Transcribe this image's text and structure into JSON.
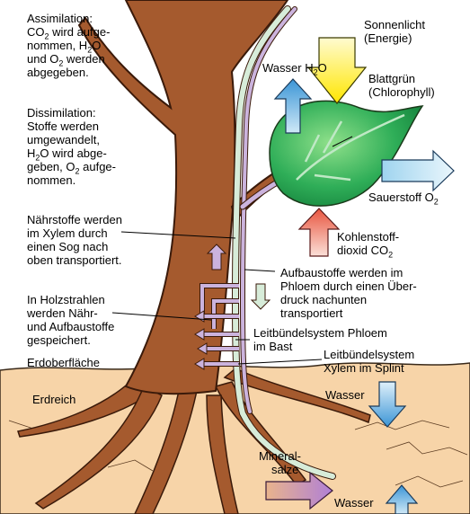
{
  "assimilation": {
    "title": "Assimilation:",
    "l2a": "CO",
    "l2sub": "2",
    "l2b": " wird aufge-",
    "l3a": "nommen, H",
    "l3sub": "2",
    "l3b": "O",
    "l4a": "und O",
    "l4sub": "2",
    "l4b": " werden",
    "l5": "abgegeben."
  },
  "dissimilation": {
    "title": "Dissimilation:",
    "l2": "Stoffe werden",
    "l3": "umgewandelt,",
    "l4a": "H",
    "l4sub": "2",
    "l4b": "O wird abge-",
    "l5a": "geben, O",
    "l5sub": "2",
    "l5b": " aufge-",
    "l6": "nommen."
  },
  "xylem_transport": {
    "l1": "Nährstoffe werden",
    "l2": "im Xylem durch",
    "l3": "einen Sog nach",
    "l4": "oben transportiert."
  },
  "holzstrahlen": {
    "l1": "In Holzstrahlen",
    "l2": "werden Nähr-",
    "l3": "und Aufbaustoffe",
    "l4": "gespeichert."
  },
  "erdoberflaeche": "Erdoberfläche",
  "erdreich": "Erdreich",
  "sonnenlicht": {
    "l1": "Sonnenlicht",
    "l2": "(Energie)"
  },
  "wasser_top": {
    "a": "Wasser H",
    "sub": "2",
    "b": "O"
  },
  "blattgruen": {
    "l1": "Blattgrün",
    "l2": "(Chlorophyll)"
  },
  "sauerstoff": {
    "a": "Sauerstoff O",
    "sub": "2"
  },
  "kohlenstoffdioxid": {
    "l1": "Kohlenstoff-",
    "l2a": "dioxid CO",
    "l2sub": "2"
  },
  "phloem_transport": {
    "l1": "Aufbaustoffe werden im",
    "l2": "Phloem durch einen Über-",
    "l3": "druck nachunten",
    "l4": "transportiert"
  },
  "phloem_bast": {
    "l1": "Leitbündelsystem Phloem",
    "l2": "im Bast"
  },
  "xylem_splint": {
    "l1": "Leitbündelsystem",
    "l2": "Xylem im Splint"
  },
  "wasser_ground": "Wasser",
  "mineralsalze": {
    "l1": "Mineral-",
    "l2": "salze"
  },
  "wasser_bottom": "Wasser",
  "colors": {
    "sky": "#ffffff",
    "soil": "#f7d4a8",
    "trunk": "#a55a2e",
    "trunk_outline": "#3a1a0a",
    "leaf": "#2db25a",
    "xylem": "#d7ecd9",
    "phloem": "#cbb3dd",
    "sun_arrow": "#ffee22",
    "water_arrow": "#4aa3df",
    "oxygen_arrow": "#bfe3f5",
    "co2_arrow": "#ee6a55",
    "mineral_arrow": "#b08ed0"
  }
}
